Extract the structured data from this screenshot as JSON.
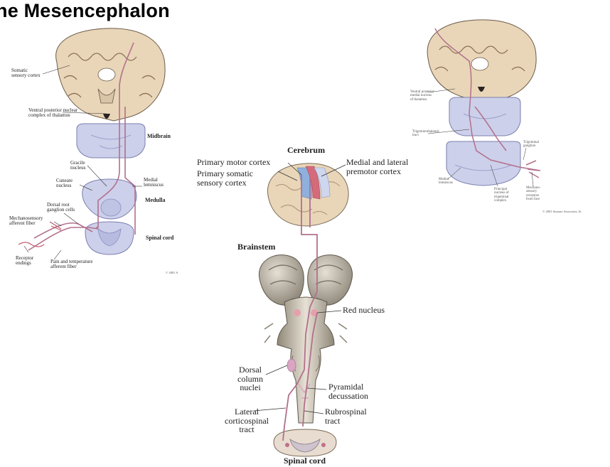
{
  "title": "he Mesencephalon",
  "left_panel": {
    "labels": {
      "somatic_cortex": "Somatic\nsensory cortex",
      "ventral_posterior": "Ventral posterior nuclear\ncomplex of thalamus",
      "midbrain": "Midbrain",
      "gracile": "Gracile\nnucleus",
      "cuneate": "Cuneate\nnucleus",
      "medial_lemniscus": "Medial\nlemniscus",
      "medulla": "Medulla",
      "dorsal_root": "Dorsal root\nganglion cells",
      "mechanosensory": "Mechanosensory\nafferent fiber",
      "spinal_cord": "Spinal cord",
      "receptor": "Receptor\nendings",
      "pain": "Pain and temperature\nafferent fiber",
      "copyright": "© 2001 S"
    }
  },
  "center_panel": {
    "labels": {
      "cerebrum": "Cerebrum",
      "primary_motor": "Primary motor cortex",
      "primary_somatic": "Primary somatic\nsensory cortex",
      "medial_lateral": "Medial and lateral\npremotor cortex",
      "brainstem": "Brainstem",
      "red_nucleus": "Red nucleus",
      "dorsal_column": "Dorsal\ncolumn\nnuclei",
      "pyramidal": "Pyramidal\ndecussation",
      "lateral_cort": "Lateral\ncorticospinal\ntract",
      "rubrospinal": "Rubrospinal\ntract",
      "spinal_cord": "Spinal cord"
    }
  },
  "right_panel": {
    "labels": {
      "ventral_posterior": "Ventral posterior\nmedial nucleus\nof thalamus",
      "trigeminothalamic": "Trigeminothalamic\ntract",
      "trigeminal_ganglion": "Trigeminal\nganglion",
      "medial_lemniscus": "Medial\nlemniscus",
      "principal": "Principal\nnucleus of\ntrigeminal\ncomplex",
      "mechano_receptors": "Mechano-\nsensory\nreceptors\nfrom face",
      "copyright": "© 2001 Sinauer Associates, In"
    }
  },
  "colors": {
    "tract": "#b2708c",
    "brain": "#e9d6b8",
    "section": "#cdd0ea",
    "brainstem": "#c9c1b2",
    "title": "#000000"
  }
}
